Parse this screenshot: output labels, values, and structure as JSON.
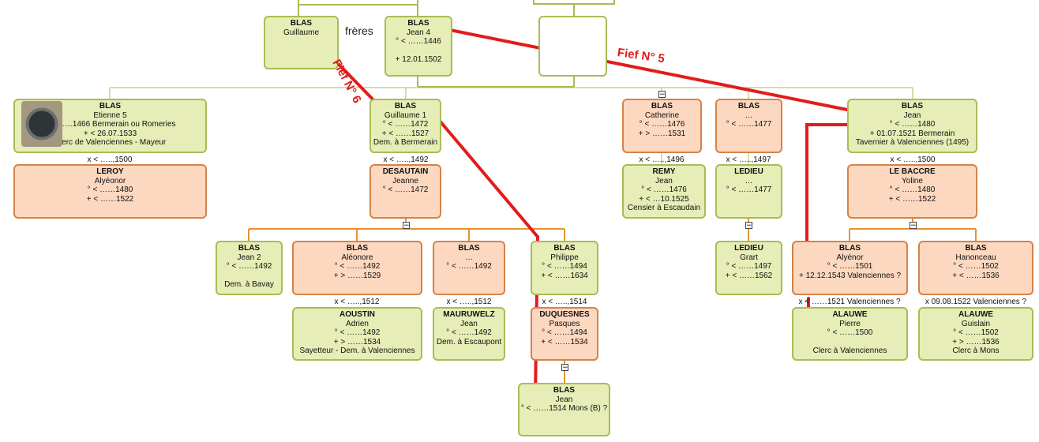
{
  "tree": {
    "boxes": [
      {
        "id": "blas-guillaume-top",
        "color": "g",
        "name": "BLAS",
        "lines": [
          "Guillaume"
        ]
      },
      {
        "id": "blas-jean4",
        "color": "g",
        "name": "BLAS",
        "lines": [
          "Jean 4",
          "° < ……1446",
          "",
          "+ 12.01.1502"
        ]
      },
      {
        "id": "empty-box",
        "color": "e",
        "name": "",
        "lines": []
      },
      {
        "id": "blas-etienne5",
        "color": "g",
        "name": "BLAS",
        "lines": [
          "Etienne 5",
          "° < ……1466 Bermerain ou Romeries",
          "+ < 26.07.1533",
          "Clerc de Valenciennes - Mayeur"
        ]
      },
      {
        "id": "blas-guillaume1",
        "color": "g",
        "name": "BLAS",
        "lines": [
          "Guillaume 1",
          "° < ……1472",
          "+ < ……1527",
          "Dem. à Bermerain"
        ]
      },
      {
        "id": "blas-catherine",
        "color": "o",
        "name": "BLAS",
        "lines": [
          "Catherine",
          "° < ……1476",
          "+ > ……1531"
        ]
      },
      {
        "id": "blas-dots",
        "color": "o",
        "name": "BLAS",
        "lines": [
          "…",
          "° < ……1477"
        ]
      },
      {
        "id": "blas-jean",
        "color": "g",
        "name": "BLAS",
        "lines": [
          "Jean",
          "° < ……1480",
          "+ 01.07.1521 Bermerain",
          "Tavernier à Valenciennes (1495)"
        ]
      },
      {
        "id": "leroy",
        "color": "o",
        "name": "LEROY",
        "lines": [
          "Alyéonor",
          "° < ……1480",
          "+ < ……1522"
        ]
      },
      {
        "id": "desautain",
        "color": "o",
        "name": "DESAUTAIN",
        "lines": [
          "Jeanne",
          "° < ……1472"
        ]
      },
      {
        "id": "remy",
        "color": "g",
        "name": "REMY",
        "lines": [
          "Jean",
          "° < ……1476",
          "+ < …10.1525",
          "Censier à Escaudain"
        ]
      },
      {
        "id": "ledieu-1",
        "color": "g",
        "name": "LEDIEU",
        "lines": [
          "…",
          "° < ……1477"
        ]
      },
      {
        "id": "le-baccre",
        "color": "o",
        "name": "LE BACCRE",
        "lines": [
          "Yoline",
          "° < ……1480",
          "+ < ……1522"
        ]
      },
      {
        "id": "blas-jean2",
        "color": "g",
        "name": "BLAS",
        "lines": [
          "Jean 2",
          "° < ……1492",
          "",
          "Dem. à Bavay"
        ]
      },
      {
        "id": "blas-aleonore",
        "color": "o",
        "name": "BLAS",
        "lines": [
          "Aléonore",
          "° < ……1492",
          "+ > ……1529"
        ]
      },
      {
        "id": "blas-dots-2",
        "color": "o",
        "name": "BLAS",
        "lines": [
          "…",
          "° < ……1492"
        ]
      },
      {
        "id": "blas-philippe",
        "color": "g",
        "name": "BLAS",
        "lines": [
          "Philippe",
          "° < ……1494",
          "+ < ……1634"
        ]
      },
      {
        "id": "ledieu-grart",
        "color": "g",
        "name": "LEDIEU",
        "lines": [
          "Grart",
          "° < ……1497",
          "+ < ……1562"
        ]
      },
      {
        "id": "blas-alyenor",
        "color": "o",
        "name": "BLAS",
        "lines": [
          "Alyénor",
          "° < ……1501",
          "+ 12.12.1543 Valenciennes ?"
        ]
      },
      {
        "id": "blas-hanonceau",
        "color": "o",
        "name": "BLAS",
        "lines": [
          "Hanonceau",
          "° < ……1502",
          "+ < ……1536"
        ]
      },
      {
        "id": "aoustin",
        "color": "g",
        "name": "AOUSTIN",
        "lines": [
          "Adrien",
          "° < ……1492",
          "+ > ……1534",
          "Sayetteur - Dem. à Valenciennes"
        ]
      },
      {
        "id": "mauruwelz",
        "color": "g",
        "name": "MAURUWELZ",
        "lines": [
          "Jean",
          "° < ……1492",
          "Dem. à Escaupont"
        ]
      },
      {
        "id": "duquesnes",
        "color": "o",
        "name": "DUQUESNES",
        "lines": [
          "Pasques",
          "° < ……1494",
          "+ < ……1534"
        ]
      },
      {
        "id": "alauwe-pierre",
        "color": "g",
        "name": "ALAUWE",
        "lines": [
          "Pierre",
          "° < ……1500",
          "",
          "Clerc à Valenciennes"
        ]
      },
      {
        "id": "alauwe-guislain",
        "color": "g",
        "name": "ALAUWE",
        "lines": [
          "Guislain",
          "° < ……1502",
          "+ > ……1536",
          "Clerc à Mons"
        ]
      },
      {
        "id": "blas-jean-bottom",
        "color": "g",
        "name": "BLAS",
        "lines": [
          "Jean",
          "° < ……1514 Mons (B) ?"
        ]
      }
    ],
    "marriages": [
      "x < …..,1500",
      "x < …..,1492",
      "x < …..,1496",
      "x < …..,1497",
      "x < …..,1500",
      "x < …..,1512",
      "x < …..,1512",
      "x < …..,1514",
      "x < ……1521 Valenciennes ?",
      "x 09.08.1522 Valenciennes ?"
    ],
    "annotations": {
      "freres": "frères",
      "fief5": "Fief N° 5",
      "fief6": "Fief N° 6"
    },
    "toggle_symbol": "−",
    "colors": {
      "green_fill": "#e6edb6",
      "green_border": "#a9bc55",
      "orange_fill": "#fdd8c0",
      "orange_border": "#d4824a",
      "red_line": "#e31b1b",
      "tree_line_green": "#a9bc55",
      "tree_line_orange": "#e8932e"
    }
  }
}
